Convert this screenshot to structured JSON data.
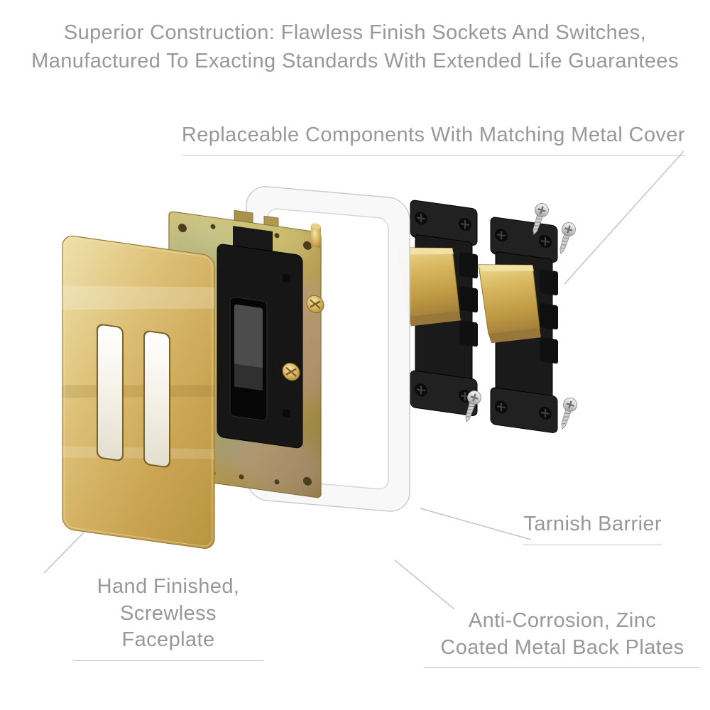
{
  "heading": {
    "text": "Superior Construction: Flawless Finish Sockets And Switches,\nManufactured To Exacting Standards With Extended Life Guarantees"
  },
  "callouts": {
    "replaceable_components": {
      "label": "Replaceable Components With Matching Metal Cover"
    },
    "tarnish_barrier": {
      "label": "Tarnish Barrier"
    },
    "hand_finished": {
      "label": "Hand Finished,\nScrewless Faceplate"
    },
    "anti_corrosion": {
      "label": "Anti-Corrosion, Zinc\nCoated Metal Back Plates"
    }
  },
  "illustration": {
    "parts": [
      {
        "name": "brass-faceplate"
      },
      {
        "name": "zinc-back-plate"
      },
      {
        "name": "tarnish-barrier-frame"
      },
      {
        "name": "switch-module-left"
      },
      {
        "name": "switch-module-right"
      },
      {
        "name": "fixing-screws"
      }
    ]
  },
  "colors": {
    "annotation_text": "#989898",
    "leader_line": "#c4c4c4",
    "brass": "#d3b060",
    "zinc_plate": "#bca65c",
    "switch_plastic": "#1a1a1a",
    "barrier_white": "#f8f8f8",
    "screw_silver": "#cccccc",
    "background": "#ffffff"
  }
}
